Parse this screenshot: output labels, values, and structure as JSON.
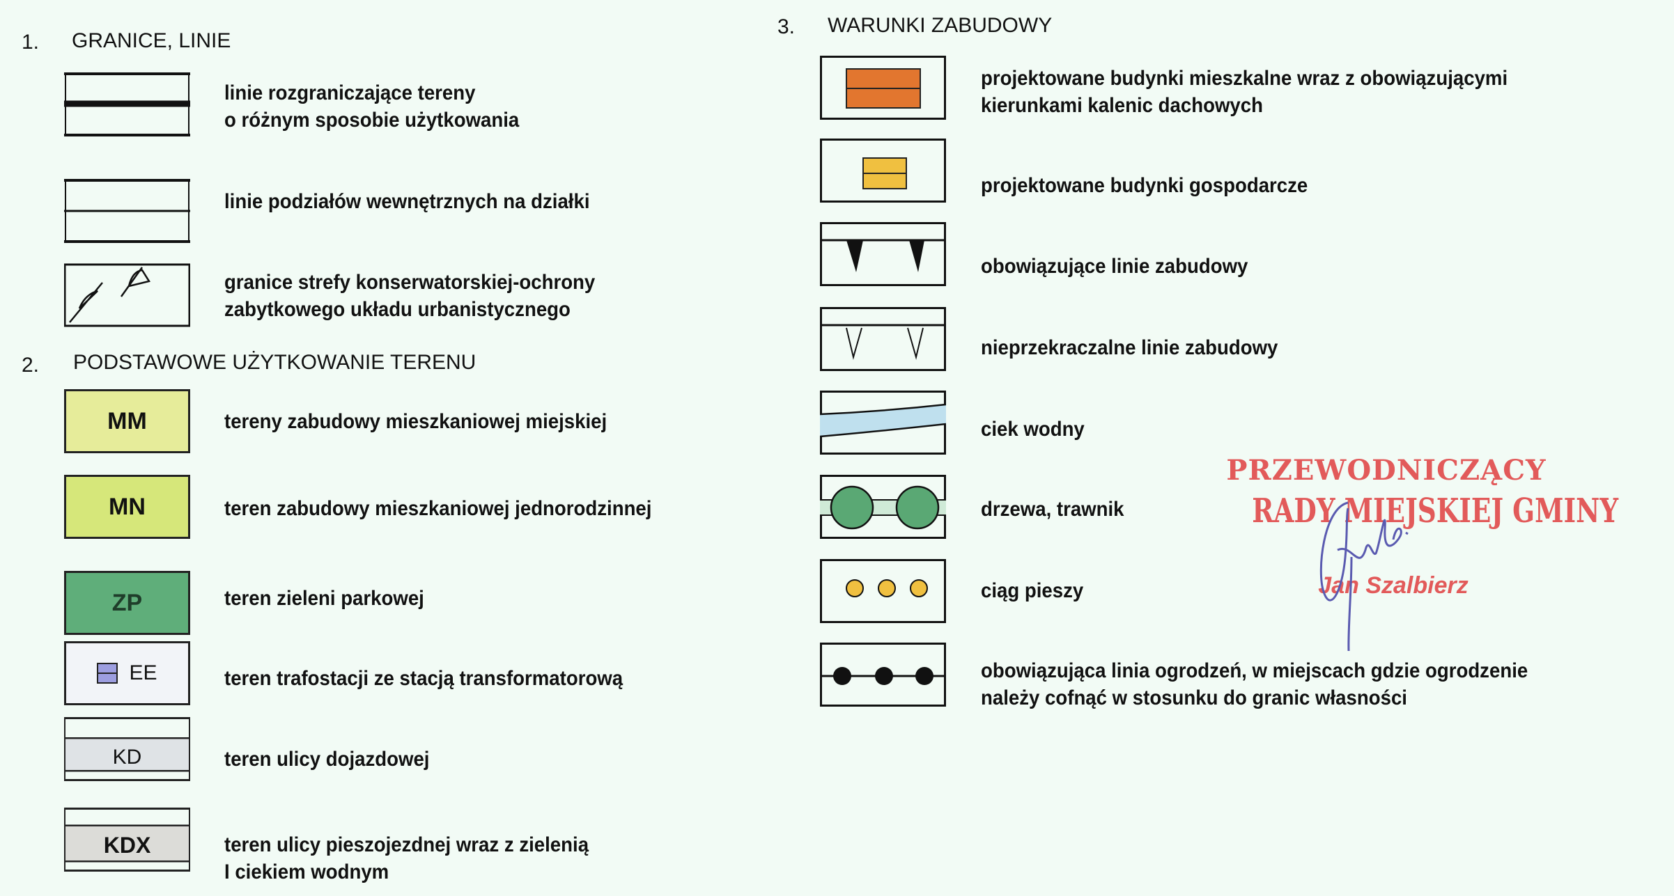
{
  "sections": [
    {
      "number": "1.",
      "title": "GRANICE, LINIE",
      "items": [
        {
          "icon": "thick-boundary-line",
          "lines": [
            "linie rozgraniczające tereny",
            "o różnym sposobie użytkowania"
          ]
        },
        {
          "icon": "thin-division-line",
          "lines": [
            "linie podziałów wewnętrznych na działki"
          ]
        },
        {
          "icon": "conservation-zone-boundary",
          "lines": [
            "granice strefy konserwatorskiej-ochrony",
            "zabytkowego układu urbanistycznego"
          ]
        }
      ]
    },
    {
      "number": "2.",
      "title": "PODSTAWOWE UŻYTKOWANIE TERENU",
      "items": [
        {
          "code": "MM",
          "color": "#e6ec9a",
          "lines": [
            "tereny zabudowy mieszkaniowej miejskiej"
          ]
        },
        {
          "code": "MN",
          "color": "#d6e77a",
          "lines": [
            "teren zabudowy mieszkaniowej jednorodzinnej"
          ]
        },
        {
          "code": "ZP",
          "color": "#5fae7a",
          "lines": [
            "teren zieleni parkowej"
          ]
        },
        {
          "code": "EE",
          "color": "#f2f4f8",
          "lines": [
            "teren trafostacji ze stacją transformatorową"
          ]
        },
        {
          "code": "KD",
          "color": "#dfe3e6",
          "lines": [
            "teren ulicy dojazdowej"
          ]
        },
        {
          "code": "KDX",
          "color": "#dcdcd8",
          "lines": [
            "teren ulicy pieszojezdnej wraz z zielenią",
            "I ciekiem wodnym"
          ]
        }
      ]
    },
    {
      "number": "3.",
      "title": "WARUNKI ZABUDOWY",
      "items": [
        {
          "icon": "residential-building",
          "color": "#e2762f",
          "lines": [
            "projektowane budynki mieszkalne wraz z obowiązującymi",
            "kierunkami kalenic dachowych"
          ]
        },
        {
          "icon": "farm-building",
          "color": "#f0c040",
          "lines": [
            "projektowane budynki gospodarcze"
          ]
        },
        {
          "icon": "mandatory-building-line",
          "lines": [
            "obowiązujące linie zabudowy"
          ]
        },
        {
          "icon": "non-exceedable-building-line",
          "lines": [
            "nieprzekraczalne linie zabudowy"
          ]
        },
        {
          "icon": "watercourse",
          "color": "#bfe0ee",
          "lines": [
            "ciek wodny"
          ]
        },
        {
          "icon": "trees-lawn",
          "color": "#5aa874",
          "lines": [
            "drzewa, trawnik"
          ]
        },
        {
          "icon": "pedestrian-path",
          "color": "#f0c040",
          "lines": [
            "ciąg pieszy"
          ]
        },
        {
          "icon": "fence-line",
          "lines": [
            "obowiązująca linia ogrodzeń, w miejscach gdzie ogrodzenie",
            "należy cofnąć w stosunku do granic własności"
          ]
        }
      ]
    }
  ],
  "stamp": {
    "line1": "PRZEWODNICZĄCY",
    "line2": "RADY MIEJSKIEJ GMINY",
    "name": "Jan Szalbierz",
    "color": "#e25a5a"
  },
  "signature": {
    "color": "#5a5ab0"
  }
}
